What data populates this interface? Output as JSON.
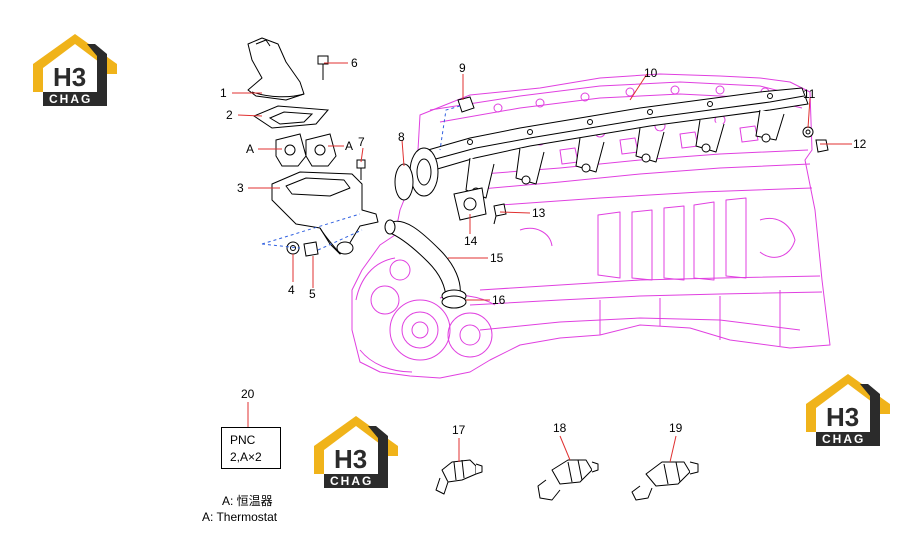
{
  "brand": {
    "logo_top": "H3",
    "logo_bottom": "CHAG",
    "colors": {
      "yellow": "#F0B31A",
      "dark": "#2B2B2B"
    }
  },
  "callouts": [
    "1",
    "2",
    "3",
    "4",
    "5",
    "6",
    "7",
    "8",
    "9",
    "10",
    "11",
    "12",
    "13",
    "14",
    "15",
    "16",
    "17",
    "18",
    "19",
    "20"
  ],
  "part_label_a": "A",
  "pnc": {
    "line1": "PNC",
    "line2": "2,A×2"
  },
  "legend": {
    "cn": "A: 恒温器",
    "en": "A: Thermostat"
  },
  "colors": {
    "engine_outline": "#E040E0",
    "leader_red": "#E03030",
    "hidden_line_blue": "#3060E0",
    "parts": "#000000"
  }
}
